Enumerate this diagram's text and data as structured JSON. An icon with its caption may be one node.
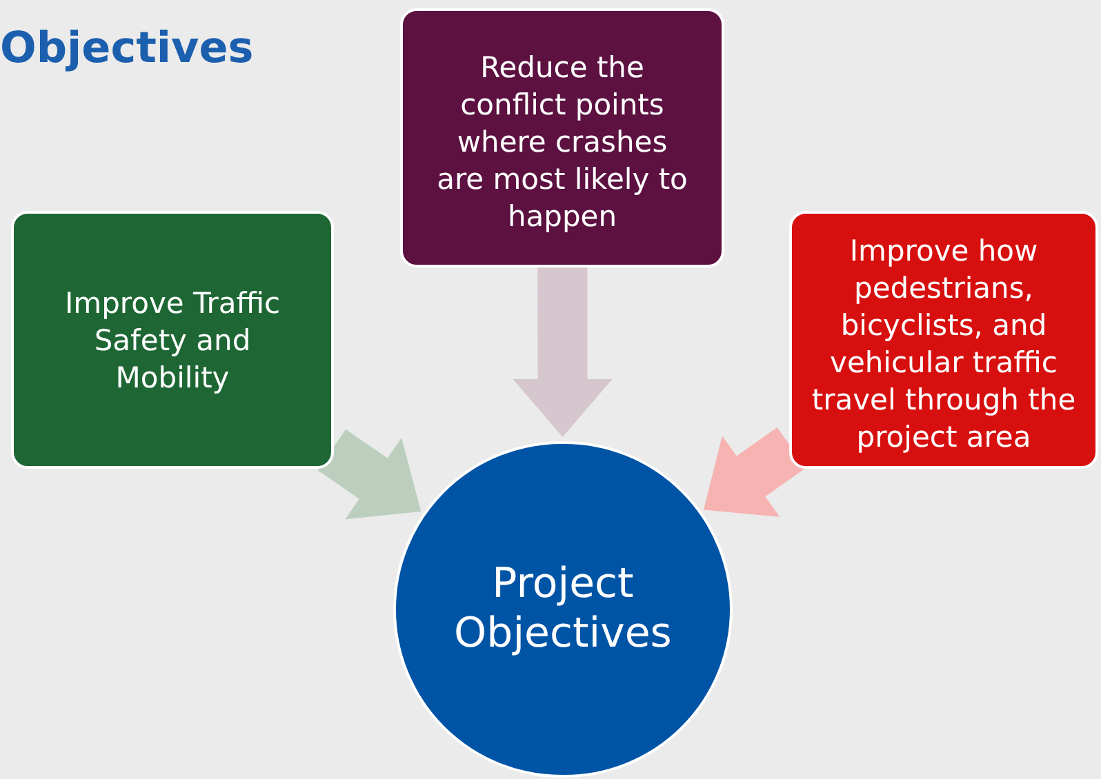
{
  "diagram": {
    "title": "Objectives",
    "nodes": [
      {
        "text": [
          "Improve Traffic Safety and Mobility"
        ]
      },
      {
        "text": [
          "Reduce the conflict points where crashes are most likely to happen"
        ]
      },
      {
        "text": [
          "Improve how pedestrians, bicyclists, and vehicular traffic travel through the project area"
        ]
      },
      {
        "text": [
          "Project Objectives"
        ]
      }
    ],
    "edges": [
      {
        "from": 0,
        "to": 3,
        "arrow": "to",
        "color": "#bccfbe"
      },
      {
        "from": 1,
        "to": 3,
        "arrow": "to",
        "color": "#d6c6ce"
      },
      {
        "from": 2,
        "to": 3,
        "arrow": "to",
        "color": "#f7b2b2"
      }
    ]
  }
}
